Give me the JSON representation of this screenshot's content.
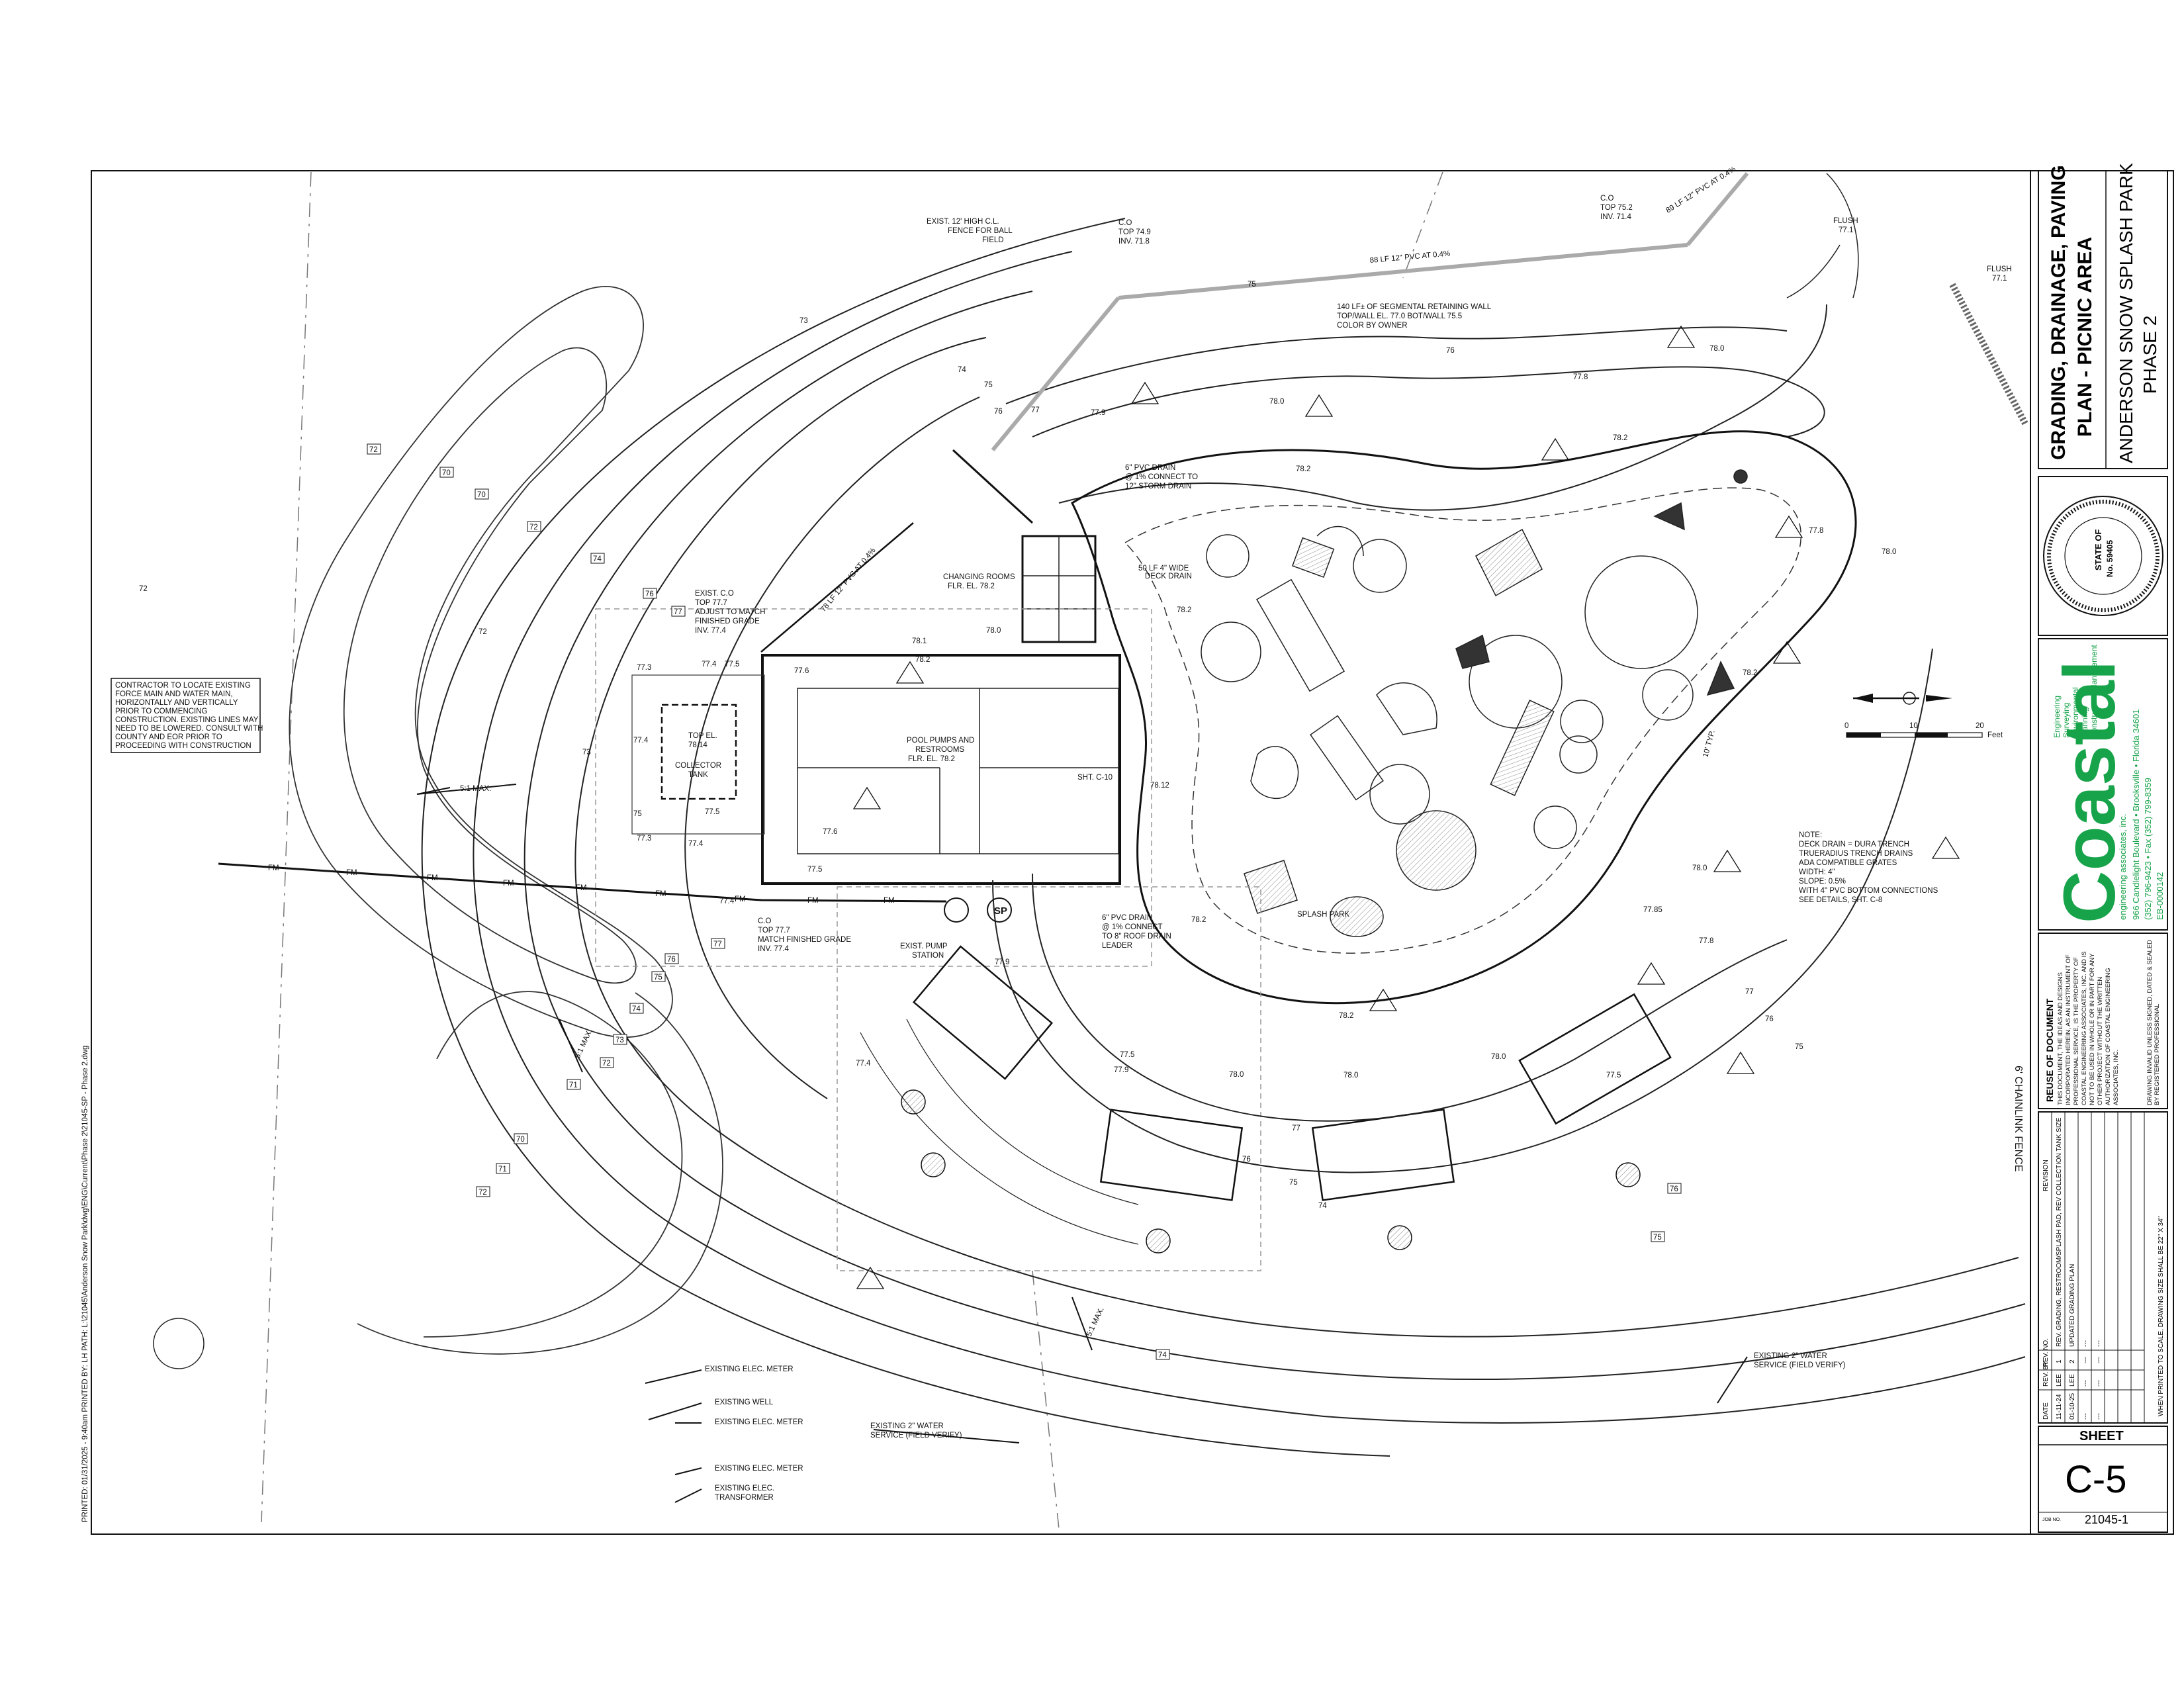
{
  "title_block": {
    "sheet_title_1": "GRADING, DRAINAGE, PAVING",
    "sheet_title_2": "PLAN - PICNIC AREA",
    "project_1": "ANDERSON SNOW SPLASH PARK",
    "project_2": "PHASE 2",
    "company": "Coastal",
    "company_services": [
      "Engineering",
      "Surveying",
      "Environmental",
      "Planning",
      "Construction Management"
    ],
    "company_subtitle": "engineering associates, inc.",
    "address": "966 Candlelight Boulevard  •  Brooksville  •  Florida  34601",
    "phone": "(352) 796-9423  •  Fax (352) 799-8359",
    "license": "EB-0000142",
    "seal_no": "No. 59405",
    "seal_state": "STATE OF",
    "reuse_heading": "REUSE OF DOCUMENT",
    "reuse_text": "THIS DOCUMENT, THE IDEAS AND DESIGNS INCORPORATED HEREIN, AS AN INSTRUMENT OF PROFESSIONAL SERVICE, IS THE PROPERTY OF COASTAL ENGINEERING ASSOCIATES, INC. AND IS NOT TO BE USED IN WHOLE OR IN PART FOR ANY OTHER PROJECT WITHOUT THE WRITTEN AUTHORIZATION OF COASTAL ENGINEERING ASSOCIATES, INC.",
    "validity_text": "DRAWING INVALID UNLESS SIGNED, DATED & SEALED BY REGISTERED PROFESSIONAL",
    "revision_header": [
      "DATE",
      "REV. BY",
      "REV. NO.",
      "REVISION"
    ],
    "revisions": [
      {
        "date": "11-11-24",
        "by": "LEE",
        "no": "1",
        "text": "REV. GRADING, RESTROOM/SPLASH PAD, REV COLLECTION TANK SIZE"
      },
      {
        "date": "01-10-25",
        "by": "LEE",
        "no": "2",
        "text": "UPDATED GRADING PLAN"
      },
      {
        "date": "---",
        "by": "---",
        "no": "---",
        "text": "---"
      },
      {
        "date": "---",
        "by": "---",
        "no": "---",
        "text": "---"
      }
    ],
    "print_note": "WHEN PRINTED TO SCALE, DRAWING SIZE SHALL BE 22\" X 34\"",
    "sheet_label": "SHEET",
    "sheet_number": "C-5",
    "job_label": "JOB NO.",
    "job_number": "21045-1"
  },
  "scale_bar": {
    "ticks": [
      "0",
      "10",
      "20"
    ],
    "unit": "Feet"
  },
  "margin_note": "PRINTED: 01/31/2025 - 9:40am     PRINTED BY: LH     PATH: L:\\21045\\Anderson Snow Park\\dwg\\ENG\\Current\\Phase 2\\21045-SP - Phase 2.dwg",
  "notes": {
    "contractor": [
      "CONTRACTOR TO LOCATE EXISTING",
      "FORCE MAIN AND WATER MAIN,",
      "HORIZONTALLY AND VERTICALLY",
      "PRIOR TO COMMENCING",
      "CONSTRUCTION. EXISTING LINES MAY",
      "NEED TO BE LOWERED. CONSULT WITH",
      "COUNTY AND EOR PRIOR TO",
      "PROCEEDING WITH CONSTRUCTION"
    ],
    "deck_drain": [
      "NOTE:",
      "DECK DRAIN = DURA TRENCH",
      "TRUERADIUS TRENCH DRAINS",
      "ADA COMPATIBLE GRATES",
      "WIDTH: 4\"",
      "SLOPE: 0.5%",
      "WITH 4\" PVC BOTTOM CONNECTIONS",
      "SEE DETAILS, SHT. C-8"
    ]
  },
  "callouts": {
    "fence_ball": [
      "EXIST. 12' HIGH C.L.",
      "FENCE FOR BALL",
      "FIELD"
    ],
    "co_top": [
      "C.O",
      "TOP 74.9",
      "INV. 71.8"
    ],
    "co_right": [
      "C.O",
      "TOP 75.2",
      "INV. 71.4"
    ],
    "pvc_top": "88 LF 12\" PVC AT 0.4%",
    "pvc_right": "89 LF 12\" PVC AT 0.4%",
    "retaining_wall": [
      "140 LF± OF SEGMENTAL RETAINING WALL",
      "TOP/WALL EL. 77.0 BOT/WALL 75.5",
      "COLOR BY OWNER"
    ],
    "pvc_drain_storm": [
      "6\" PVC DRAIN",
      "@ 1% CONNECT TO",
      "12\" STORM DRAIN"
    ],
    "changing_rooms": [
      "CHANGING ROOMS",
      "FLR. EL. 78.2"
    ],
    "exist_co": [
      "EXIST. C.O",
      "TOP 77.7",
      "ADJUST TO MATCH",
      "FINISHED GRADE",
      "INV. 77.4"
    ],
    "pvc_78": "78 LF 12\" PVC AT 0.4%",
    "pool_pumps": [
      "POOL PUMPS AND",
      "RESTROOMS",
      "FLR. EL. 78.2"
    ],
    "collector": [
      "TOP EL.",
      "78.14",
      "COLLECTOR",
      "TANK"
    ],
    "co_bottom": [
      "C.O",
      "TOP 77.7",
      "MATCH FINISHED GRADE",
      "INV. 77.4"
    ],
    "pump_station": [
      "EXIST. PUMP",
      "STATION"
    ],
    "roof_drain": [
      "6\" PVC DRAIN",
      "@ 1% CONNECT",
      "TO 8\" ROOF DRAIN",
      "LEADER"
    ],
    "splash_park": "SPLASH PARK",
    "sht_c10": "SHT. C-10",
    "deck_drain_label": [
      "50 LF 4\" WIDE",
      "DECK DRAIN"
    ],
    "flush_1": [
      "FLUSH",
      "77.1"
    ],
    "flush_2": [
      "FLUSH",
      "77.1"
    ],
    "slope": "5:1 MAX.",
    "chainlink": "6' CHAINLINK FENCE",
    "elec_meter_1": "EXISTING ELEC. METER",
    "well": "EXISTING WELL",
    "elec_meter_2": "EXISTING ELEC. METER",
    "elec_meter_3": "EXISTING ELEC. METER",
    "transformer": [
      "EXISTING ELEC.",
      "TRANSFORMER"
    ],
    "water_1": [
      "EXISTING 2\" WATER",
      "SERVICE (FIELD VERIFY)"
    ],
    "water_2": [
      "EXISTING 2\" WATER",
      "SERVICE (FIELD VERIFY)"
    ],
    "fm": "FM",
    "sp": "SP",
    "typ": "10' TYP."
  },
  "contour_tags": [
    "72",
    "70",
    "70",
    "72",
    "74",
    "76",
    "77",
    "75",
    "76",
    "77",
    "74",
    "73",
    "72",
    "71",
    "70",
    "71",
    "72",
    "76",
    "75",
    "74"
  ],
  "contour_labels": [
    "73",
    "74",
    "75",
    "76",
    "77",
    "72",
    "72",
    "73",
    "75",
    "76",
    "75",
    "77",
    "77",
    "76",
    "75",
    "74",
    "76",
    "75"
  ],
  "elevations": [
    "77.9",
    "78.0",
    "78.2",
    "78.0",
    "78.2",
    "77.8",
    "77.8",
    "78.2",
    "78.0",
    "78.2",
    "78.0",
    "77.8",
    "77.5",
    "77.9",
    "78.0",
    "78.0",
    "77.5",
    "78.2",
    "77.4",
    "77.3",
    "77.6",
    "77.6",
    "78.1",
    "78.2",
    "77.5",
    "77.4",
    "77.3",
    "77.4",
    "77.5",
    "77.4",
    "78.0",
    "77.85",
    "78.0",
    "77.9",
    "77.5",
    "77.4",
    "78.12",
    "78.2"
  ]
}
